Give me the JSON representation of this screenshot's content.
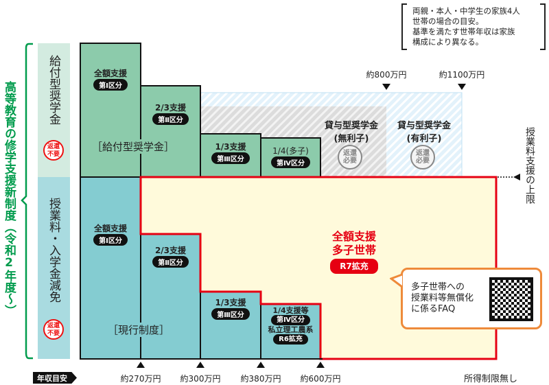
{
  "title": "高等教育の修学支援新制度（令和2年度～）",
  "note": [
    "両親・本人・中学生の家族4人",
    "世帯の場合の目安。",
    "基準を満たす世帯年収は家族",
    "構成により異なる。"
  ],
  "rows": {
    "grant": {
      "label": "給付型奨学金",
      "stamp": [
        "返還",
        "不要"
      ],
      "section": "［給付型奨学金］"
    },
    "tuition": {
      "label": "授業料・入学金減免",
      "stamp": [
        "返還",
        "不要"
      ],
      "section": "［現行制度］"
    }
  },
  "grant_cols": [
    {
      "title": "全額支援",
      "tag": "第Ⅰ区分"
    },
    {
      "title": "2/3支援",
      "tag": "第Ⅱ区分"
    },
    {
      "title": "1/3支援",
      "tag": "第Ⅲ区分"
    },
    {
      "title": "1/4(多子)",
      "tag": "第Ⅳ区分"
    }
  ],
  "tuition_cols": [
    {
      "title": "全額支援",
      "tag": "第Ⅰ区分"
    },
    {
      "title": "2/3支援",
      "tag": "第Ⅱ区分"
    },
    {
      "title": "1/3支援",
      "tag": "第Ⅲ区分"
    },
    {
      "title": "1/4支援等",
      "tag": "第Ⅳ区分",
      "sub": "私立理工農系",
      "sub_tag": "R6拡充"
    }
  ],
  "loans": [
    {
      "title": "貸与型奨学金",
      "sub": "(無利子)",
      "stamp": [
        "返還",
        "必要"
      ],
      "limit": "約800万円"
    },
    {
      "title": "貸与型奨学金",
      "sub": "(有利子)",
      "stamp": [
        "返還",
        "必要"
      ],
      "limit": "約1100万円"
    }
  ],
  "multi_child": {
    "line1": "全額支援",
    "line2": "多子世帯",
    "tag": "R7拡充"
  },
  "faq": {
    "text": [
      "多子世帯への",
      "授業料等無償化",
      "に係るFAQ"
    ]
  },
  "tuition_limit": "授業料支援の上限",
  "axis": {
    "label": "年収目安",
    "ticks": [
      "約270万円",
      "約300万円",
      "約380万円",
      "約600万円"
    ],
    "end": "所得制限無し"
  },
  "colors": {
    "grant": "#8ccbab",
    "tuition": "#84ccd1",
    "red": "#e60012",
    "yellow": "#fffadb",
    "green": "#009b4c",
    "orange": "#ee8a3a"
  }
}
